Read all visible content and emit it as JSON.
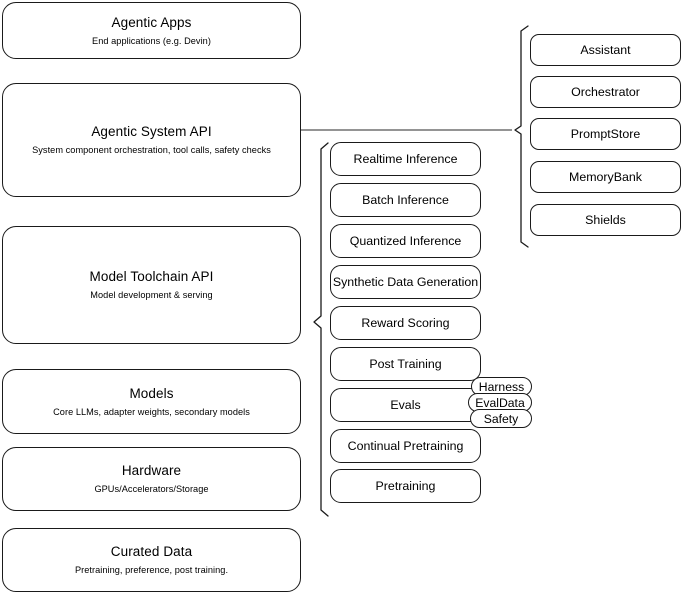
{
  "diagram": {
    "type": "layered-architecture-diagram",
    "stack_layers": [
      {
        "title": "Agentic Apps",
        "subtitle": "End applications (e.g. Devin)"
      },
      {
        "title": "Agentic System API",
        "subtitle": "System component orchestration, tool calls, safety checks"
      },
      {
        "title": "Model Toolchain API",
        "subtitle": "Model development & serving"
      },
      {
        "title": "Models",
        "subtitle": "Core LLMs, adapter weights, secondary models"
      },
      {
        "title": "Hardware",
        "subtitle": "GPUs/Accelerators/Storage"
      },
      {
        "title": "Curated Data",
        "subtitle": "Pretraining, preference, post training."
      }
    ],
    "toolchain_capabilities": [
      {
        "label": "Realtime Inference"
      },
      {
        "label": "Batch Inference"
      },
      {
        "label": "Quantized Inference"
      },
      {
        "label": "Synthetic Data Generation"
      },
      {
        "label": "Reward Scoring"
      },
      {
        "label": "Post Training"
      },
      {
        "label": "Evals"
      },
      {
        "label": "Continual Pretraining"
      },
      {
        "label": "Pretraining"
      }
    ],
    "evals_tags": [
      {
        "label": "Harness"
      },
      {
        "label": "EvalData"
      },
      {
        "label": "Safety"
      }
    ],
    "system_components": [
      {
        "label": "Assistant"
      },
      {
        "label": "Orchestrator"
      },
      {
        "label": "PromptStore"
      },
      {
        "label": "MemoryBank"
      },
      {
        "label": "Shields"
      }
    ],
    "colors": {
      "stroke": "#1a1a1a",
      "connector": "#555555",
      "background": "#ffffff",
      "text": "#000000"
    }
  }
}
